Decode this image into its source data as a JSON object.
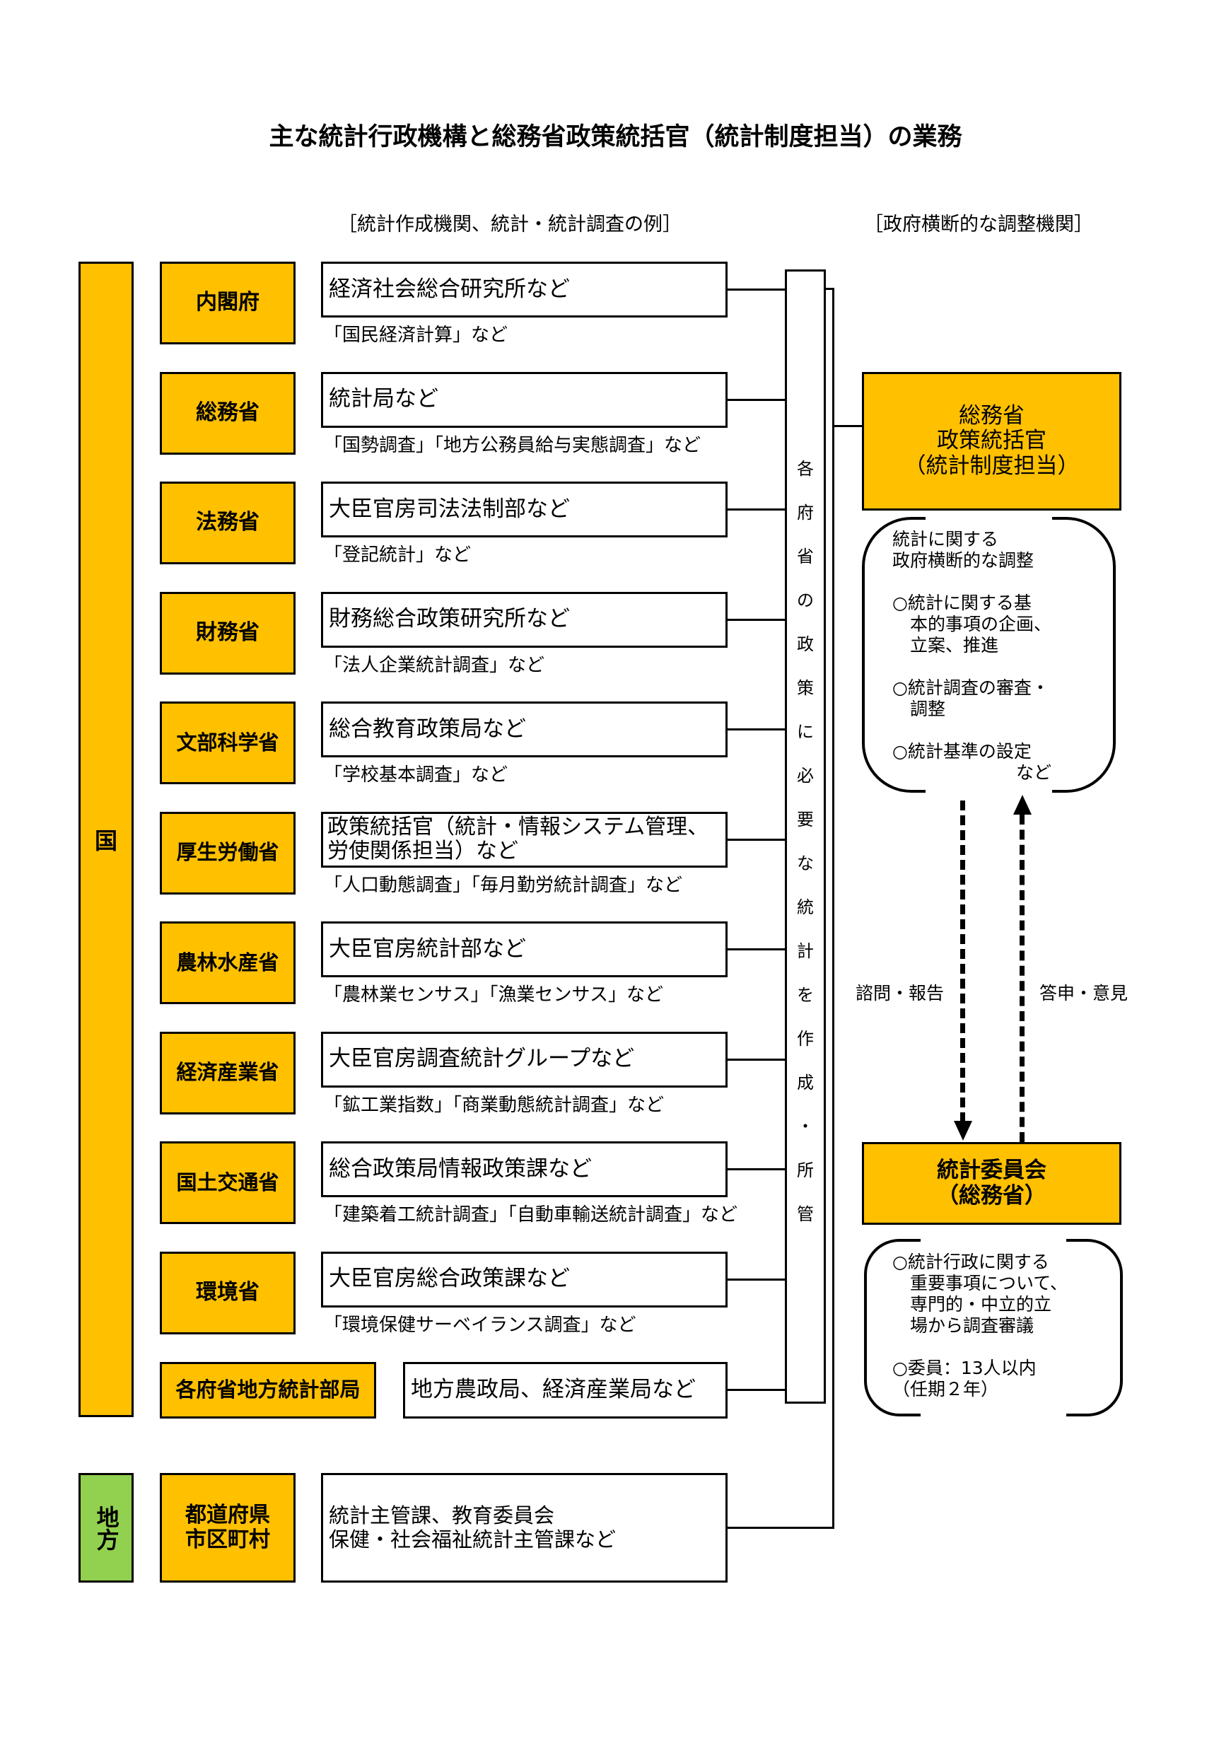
{
  "title": "主な統計行政機構と総務省政策統括官（統計制度担当）の業務",
  "headers": {
    "left": "［統計作成機関、統計・統計調査の例］",
    "right": "［政府横断的な調整機関］"
  },
  "national_label": "国",
  "local_label": "地方",
  "ministries": [
    {
      "name": "内閣府",
      "org": "経済社会総合研究所など",
      "examples": "「国民経済計算」など"
    },
    {
      "name": "総務省",
      "org": "統計局など",
      "examples": "「国勢調査」「地方公務員給与実態調査」など"
    },
    {
      "name": "法務省",
      "org": "大臣官房司法法制部など",
      "examples": "「登記統計」など"
    },
    {
      "name": "財務省",
      "org": "財務総合政策研究所など",
      "examples": "「法人企業統計調査」など"
    },
    {
      "name": "文部科学省",
      "org": "総合教育政策局など",
      "examples": "「学校基本調査」など"
    },
    {
      "name": "厚生労働省",
      "org": "政策統括官（統計・情報システム管理、労使関係担当）など",
      "examples": "「人口動態調査」「毎月勤労統計調査」など"
    },
    {
      "name": "農林水産省",
      "org": "大臣官房統計部など",
      "examples": "「農林業センサス」「漁業センサス」など"
    },
    {
      "name": "経済産業省",
      "org": "大臣官房調査統計グループなど",
      "examples": "「鉱工業指数」「商業動態統計調査」など"
    },
    {
      "name": "国土交通省",
      "org": "総合政策局情報政策課など",
      "examples": "「建築着工統計調査」「自動車輸送統計調査」など"
    },
    {
      "name": "環境省",
      "org": "大臣官房総合政策課など",
      "examples": "「環境保健サーベイランス調査」など"
    }
  ],
  "regional": {
    "name": "各府省地方統計部局",
    "org": "地方農政局、経済産業局など"
  },
  "local": {
    "name": "都道府県\n市区町村",
    "org": "統計主管課、教育委員会\n保健・社会福祉統計主管課など"
  },
  "vertical_label": [
    "各",
    "府",
    "省",
    "の",
    "政",
    "策",
    "に",
    "必",
    "要",
    "な",
    "統",
    "計",
    "を",
    "作",
    "成",
    "・",
    "所",
    "管"
  ],
  "coordinator": {
    "name": "総務省\n政策統括官\n（統計制度担当）",
    "duties": "統計に関する\n政府横断的な調整\n\n○統計に関する基\n　本的事項の企画、\n　立案、推進\n\n○統計調査の審査・\n　調整\n\n○統計基準の設定\n　　　　　　　など"
  },
  "arrows": {
    "down_label": "諮問・報告",
    "up_label": "答申・意見"
  },
  "committee": {
    "name": "統計委員会\n（総務省）",
    "duties": "○統計行政に関する\n　重要事項について、\n　専門的・中立的立\n　場から調査審議\n\n○委員：13人以内\n（任期２年）"
  },
  "colors": {
    "national": "#ffc000",
    "local": "#92d050"
  }
}
